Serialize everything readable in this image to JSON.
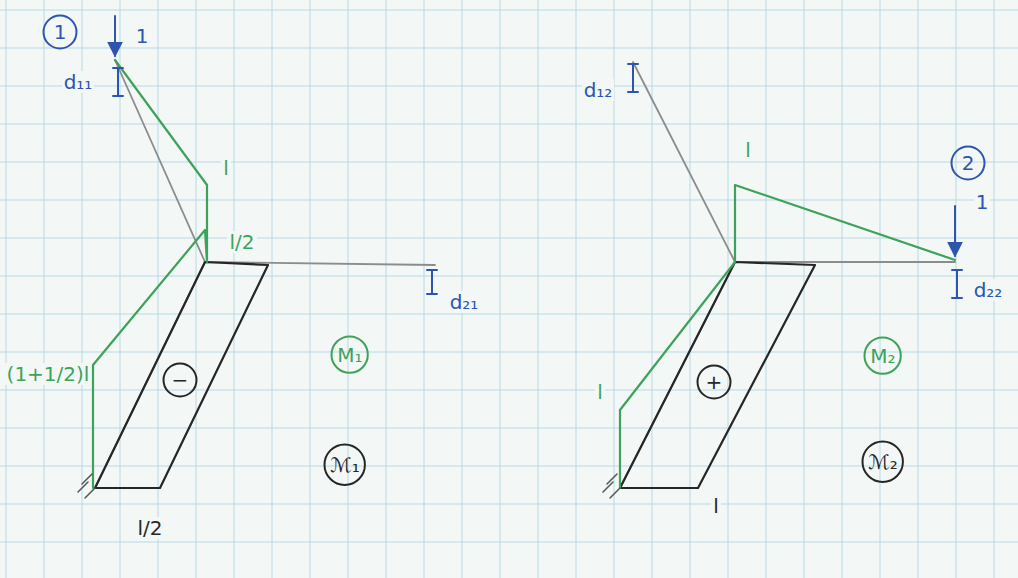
{
  "diagram": {
    "nodes": [
      {
        "text": [
          "1"
        ]
      },
      {
        "text": [
          "−"
        ]
      },
      {
        "text": [
          "M₁"
        ]
      },
      {
        "text": [
          "ℳ₁"
        ]
      },
      {
        "text": [
          "2"
        ]
      },
      {
        "text": [
          "+"
        ]
      },
      {
        "text": [
          "M₂"
        ]
      },
      {
        "text": [
          "ℳ₂"
        ]
      }
    ],
    "labels": [
      "1",
      "d₁₁",
      "l",
      "l/2",
      "(1+1/2)l",
      "l/2",
      "d₂₁",
      "d₁₂",
      "l",
      "1",
      "d₂₂",
      "l",
      "l"
    ]
  }
}
